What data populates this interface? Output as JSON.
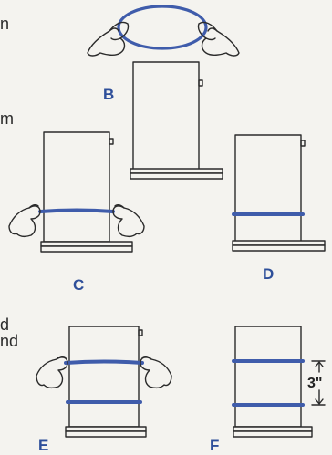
{
  "left_text_fragments": [
    "n",
    "m",
    "d",
    "nd"
  ],
  "panels": {
    "b": {
      "label": "B"
    },
    "c": {
      "label": "C"
    },
    "d": {
      "label": "D"
    },
    "e": {
      "label": "E"
    },
    "f": {
      "label": "F"
    }
  },
  "dimension": {
    "label": "3\""
  },
  "colors": {
    "line": "#2b2b2b",
    "band": "#3f5cab",
    "label": "#2e4f9a",
    "paper": "#f4f3ef"
  }
}
